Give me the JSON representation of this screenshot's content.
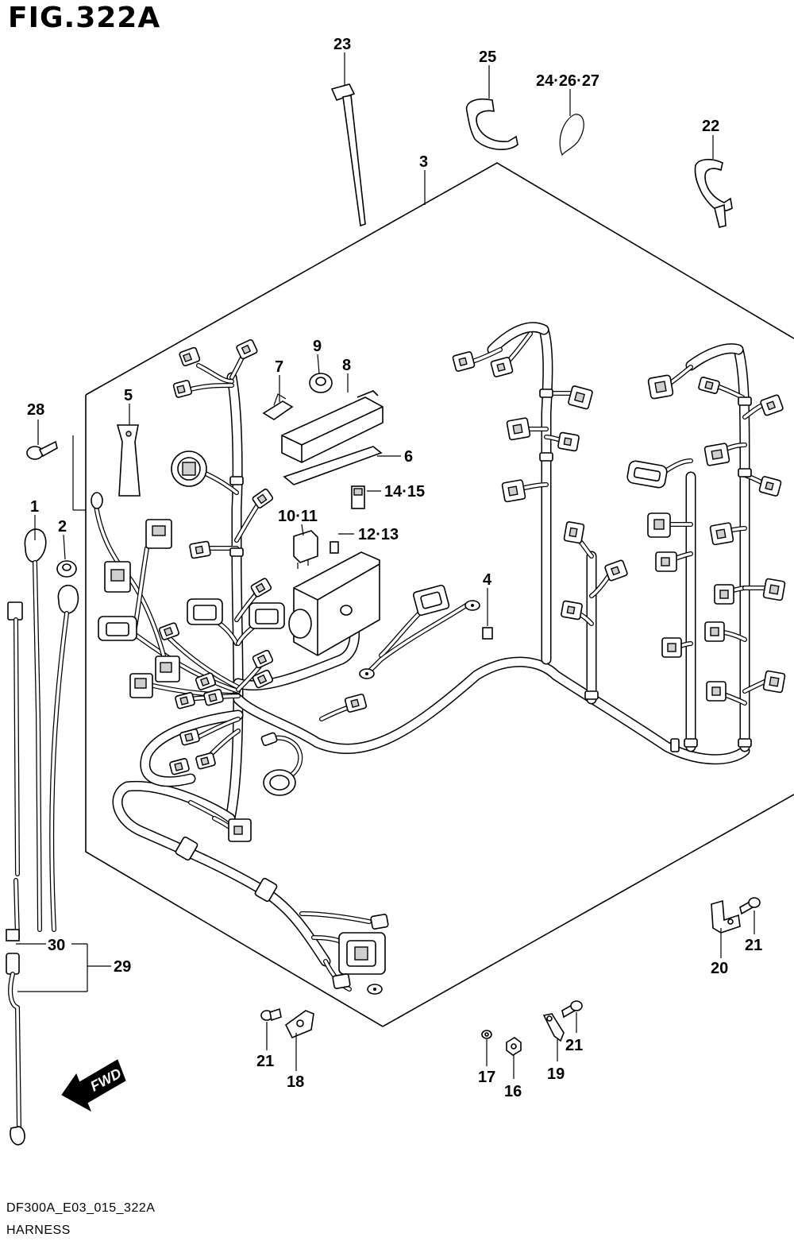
{
  "figure": {
    "title": "FIG.322A",
    "code": "DF300A_E03_015_322A",
    "name": "HARNESS"
  },
  "fwd_arrow": {
    "label": "FWD"
  },
  "callouts": [
    {
      "id": "c-23",
      "text": "23"
    },
    {
      "id": "c-25",
      "text": "25"
    },
    {
      "id": "c-24-26-27",
      "text": "24·26·27"
    },
    {
      "id": "c-22",
      "text": "22"
    },
    {
      "id": "c-3",
      "text": "3"
    },
    {
      "id": "c-9",
      "text": "9"
    },
    {
      "id": "c-7",
      "text": "7"
    },
    {
      "id": "c-8",
      "text": "8"
    },
    {
      "id": "c-5",
      "text": "5"
    },
    {
      "id": "c-28",
      "text": "28"
    },
    {
      "id": "c-6",
      "text": "6"
    },
    {
      "id": "c-14-15",
      "text": "14·15"
    },
    {
      "id": "c-1",
      "text": "1"
    },
    {
      "id": "c-2",
      "text": "2"
    },
    {
      "id": "c-10-11",
      "text": "10·11"
    },
    {
      "id": "c-12-13",
      "text": "12·13"
    },
    {
      "id": "c-4",
      "text": "4"
    },
    {
      "id": "c-30",
      "text": "30"
    },
    {
      "id": "c-29",
      "text": "29"
    },
    {
      "id": "c-20",
      "text": "20"
    },
    {
      "id": "c-21a",
      "text": "21"
    },
    {
      "id": "c-21b",
      "text": "21"
    },
    {
      "id": "c-21c",
      "text": "21"
    },
    {
      "id": "c-18",
      "text": "18"
    },
    {
      "id": "c-19",
      "text": "19"
    },
    {
      "id": "c-17",
      "text": "17"
    },
    {
      "id": "c-16",
      "text": "16"
    }
  ]
}
